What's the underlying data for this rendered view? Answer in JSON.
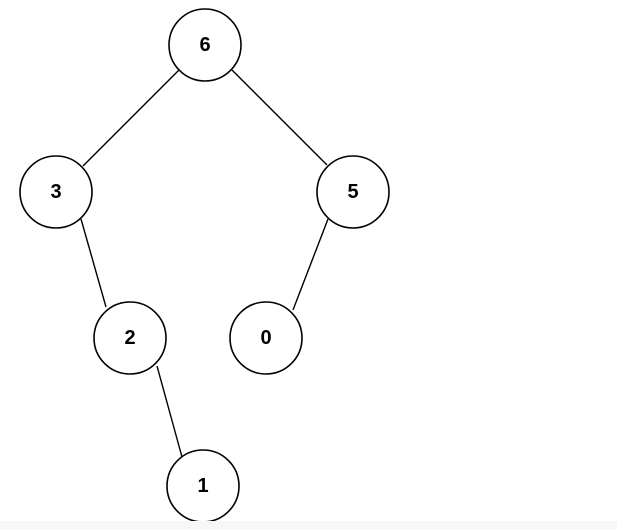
{
  "tree": {
    "nodes": [
      {
        "id": "n6",
        "label": "6"
      },
      {
        "id": "n3",
        "label": "3"
      },
      {
        "id": "n5",
        "label": "5"
      },
      {
        "id": "n2",
        "label": "2"
      },
      {
        "id": "n0",
        "label": "0"
      },
      {
        "id": "n1",
        "label": "1"
      }
    ],
    "edges": [
      {
        "from": "n6",
        "to": "n3"
      },
      {
        "from": "n6",
        "to": "n5"
      },
      {
        "from": "n3",
        "to": "n2"
      },
      {
        "from": "n5",
        "to": "n0"
      },
      {
        "from": "n2",
        "to": "n1"
      }
    ]
  },
  "colors": {
    "stroke": "#000000",
    "fill": "#ffffff",
    "background": "#ffffff"
  }
}
